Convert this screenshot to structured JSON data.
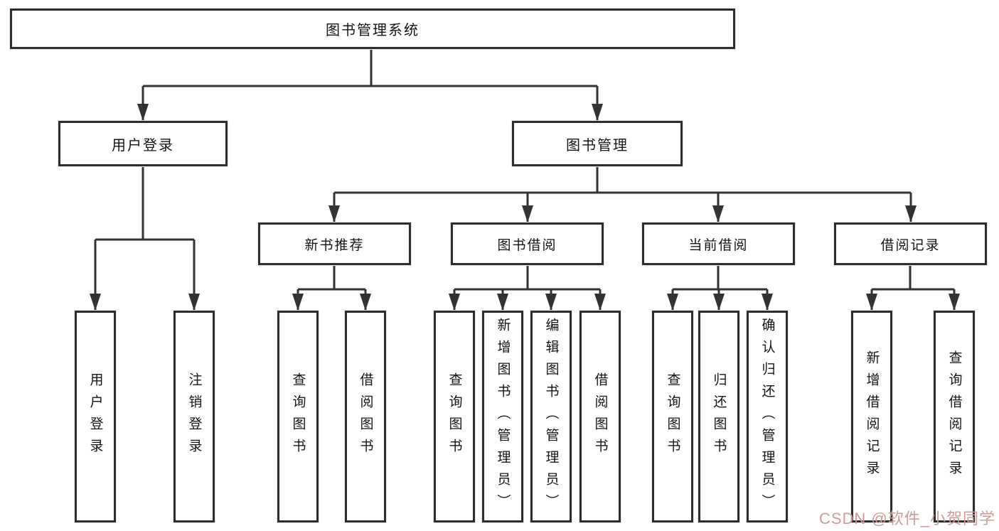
{
  "tree": {
    "root": {
      "label": "图书管理系统"
    },
    "branches": [
      {
        "label": "用户登录",
        "children": [
          {
            "label": "用户登录"
          },
          {
            "label": "注销登录"
          }
        ]
      },
      {
        "label": "图书管理",
        "children": [
          {
            "label": "新书推荐",
            "children": [
              {
                "label": "查询图书"
              },
              {
                "label": "借阅图书"
              }
            ]
          },
          {
            "label": "图书借阅",
            "children": [
              {
                "label": "查询图书"
              },
              {
                "label": "新增图书（管理员）"
              },
              {
                "label": "编辑图书（管理员）"
              },
              {
                "label": "借阅图书"
              }
            ]
          },
          {
            "label": "当前借阅",
            "children": [
              {
                "label": "查询图书"
              },
              {
                "label": "归还图书"
              },
              {
                "label": "确认归还（管理员）"
              }
            ]
          },
          {
            "label": "借阅记录",
            "children": [
              {
                "label": "新增借阅记录"
              },
              {
                "label": "查询借阅记录"
              }
            ]
          }
        ]
      }
    ]
  },
  "watermark": {
    "text": "CSDN @软件_小贺同学"
  },
  "colors": {
    "line": "#333333",
    "box_border": "#2d2d2d",
    "box_fill": "#ffffff",
    "text": "#141414",
    "watermark": "#d09a9a",
    "background": "#ffffff"
  }
}
